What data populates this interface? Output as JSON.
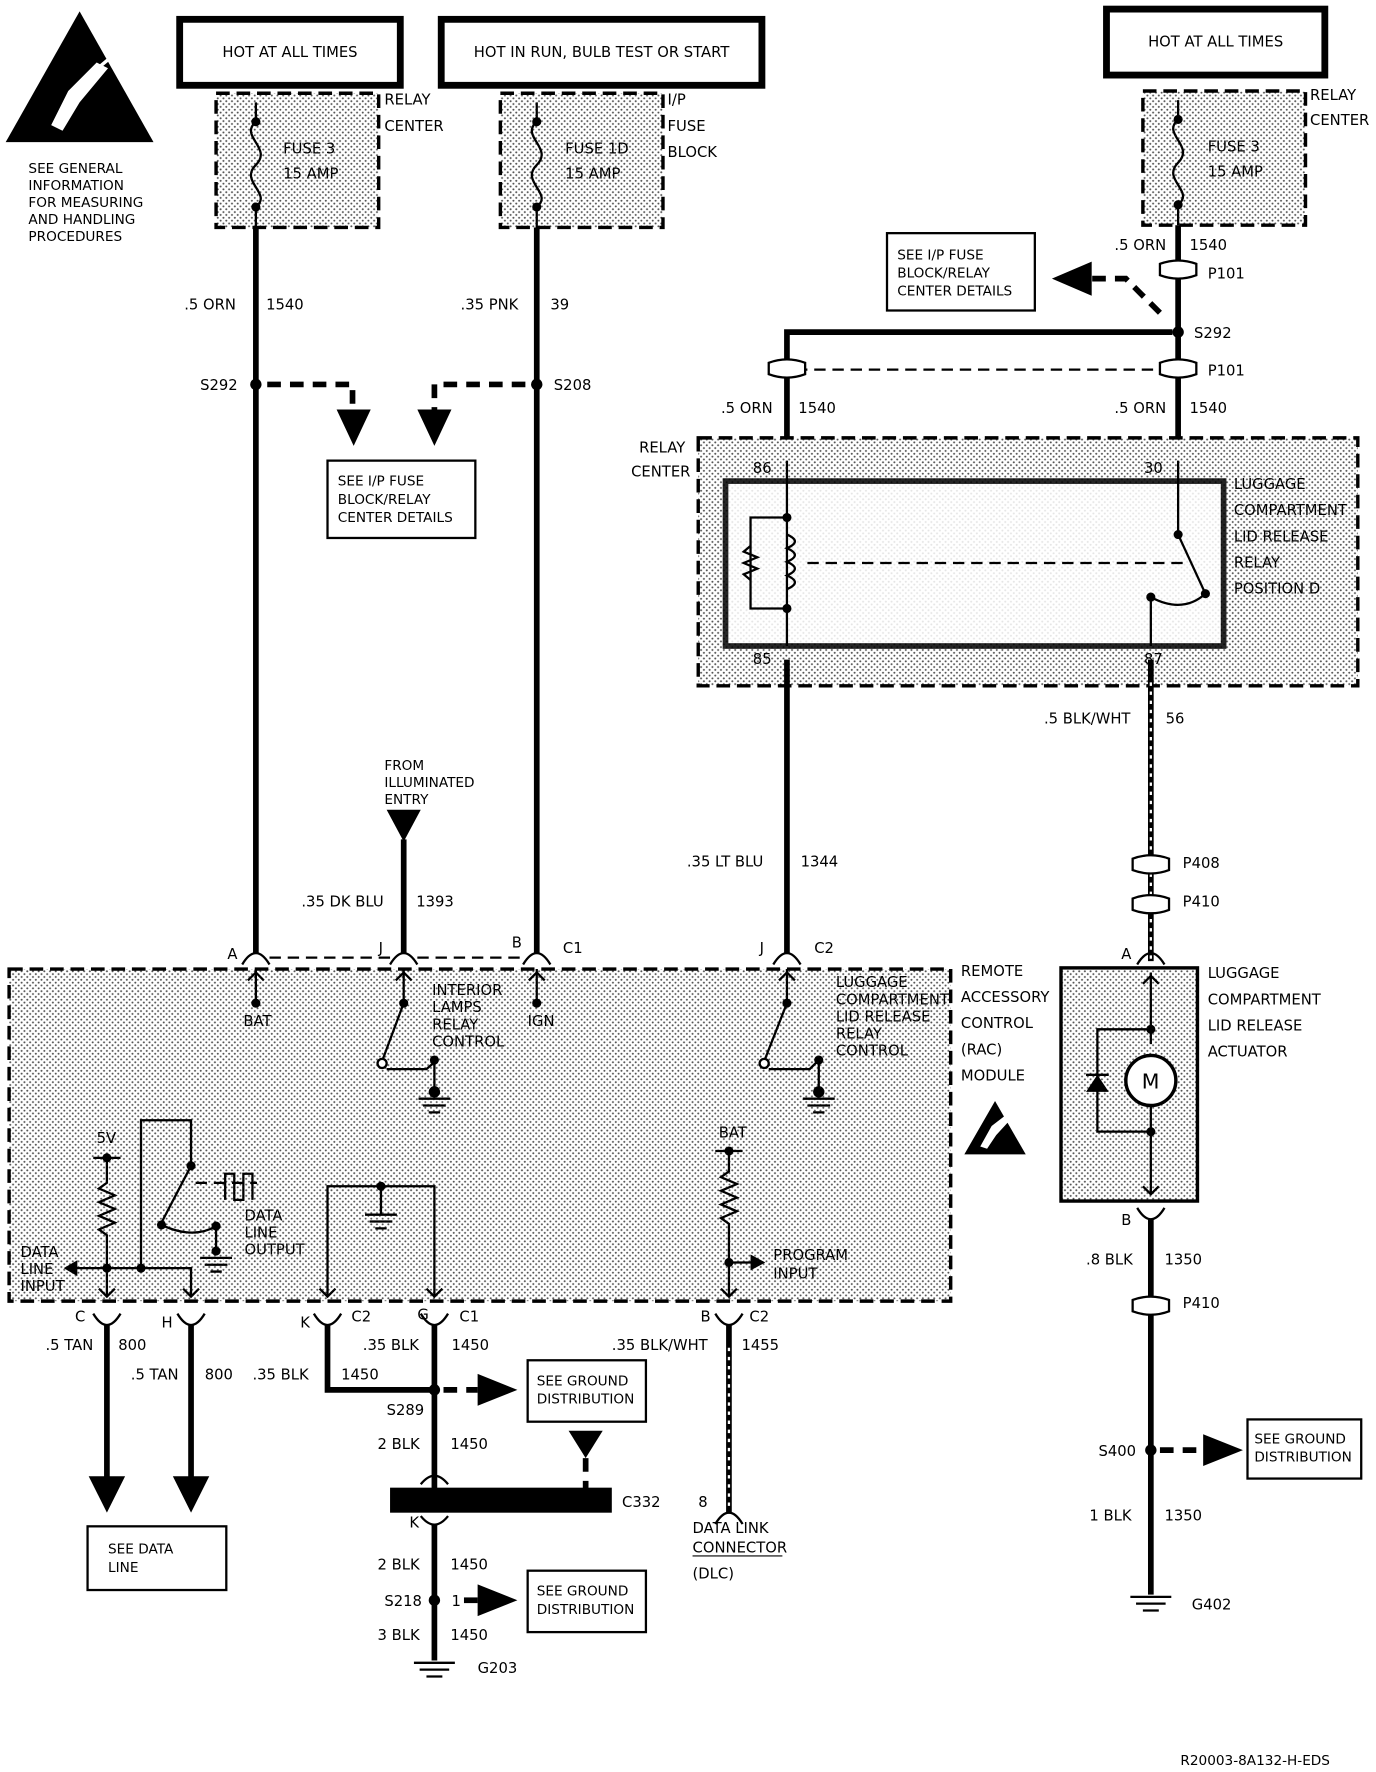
{
  "headers": {
    "hot_left": "HOT AT ALL TIMES",
    "hot_mid": "HOT IN RUN, BULB TEST OR START",
    "hot_right": "HOT AT ALL TIMES"
  },
  "esd_note": [
    "SEE GENERAL",
    "INFORMATION",
    "FOR MEASURING",
    "AND HANDLING",
    "PROCEDURES"
  ],
  "fuses": {
    "left": {
      "name": "FUSE 3",
      "rating": "15 AMP",
      "location": [
        "RELAY",
        "CENTER"
      ]
    },
    "mid": {
      "name": "FUSE 1D",
      "rating": "15 AMP",
      "location": [
        "I/P",
        "FUSE",
        "BLOCK"
      ]
    },
    "right": {
      "name": "FUSE 3",
      "rating": "15 AMP",
      "location": [
        "RELAY",
        "CENTER"
      ]
    }
  },
  "wires": {
    "orn_left": {
      "gauge": ".5 ORN",
      "circuit": "1540"
    },
    "pnk": {
      "gauge": ".35 PNK",
      "circuit": "39"
    },
    "orn_right_top": {
      "gauge": ".5 ORN",
      "circuit": "1540"
    },
    "orn_relay_86": {
      "gauge": ".5 ORN",
      "circuit": "1540"
    },
    "orn_relay_30": {
      "gauge": ".5 ORN",
      "circuit": "1540"
    },
    "blkwht_56": {
      "gauge": ".5 BLK/WHT",
      "circuit": "56"
    },
    "dkblu": {
      "gauge": ".35 DK BLU",
      "circuit": "1393"
    },
    "ltblu": {
      "gauge": ".35 LT BLU",
      "circuit": "1344"
    },
    "blk_1350_a": {
      "gauge": ".8 BLK",
      "circuit": "1350"
    },
    "blk_1350_b": {
      "gauge": "1 BLK",
      "circuit": "1350"
    },
    "tan_c": {
      "gauge": ".5 TAN",
      "circuit": "800"
    },
    "tan_h": {
      "gauge": ".5 TAN",
      "circuit": "800"
    },
    "blk_k": {
      "gauge": ".35 BLK",
      "circuit": "1450"
    },
    "blk_g": {
      "gauge": ".35 BLK",
      "circuit": "1450"
    },
    "blkwht_b": {
      "gauge": ".35 BLK/WHT",
      "circuit": "1455"
    },
    "blk2_a": {
      "gauge": "2 BLK",
      "circuit": "1450"
    },
    "blk2_b": {
      "gauge": "2 BLK",
      "circuit": "1450"
    },
    "blk3": {
      "gauge": "3 BLK",
      "circuit": "1450"
    }
  },
  "splices": {
    "s292_left": "S292",
    "s208": "S208",
    "s292_right": "S292",
    "s289": "S289",
    "s218": "S218",
    "s400": "S400"
  },
  "connectors": {
    "p101_top": "P101",
    "p101_bottom": "P101",
    "p408": "P408",
    "p410_top": "P410",
    "p410_bottom": "P410",
    "c332": "C332",
    "c332_pin": "K",
    "s218_pin": "1"
  },
  "grounds": {
    "g203": "G203",
    "g402": "G402"
  },
  "see_boxes": {
    "ip_fuse_left": [
      "SEE I/P FUSE",
      "BLOCK/RELAY",
      "CENTER DETAILS"
    ],
    "ip_fuse_right": [
      "SEE I/P FUSE",
      "BLOCK/RELAY",
      "CENTER DETAILS"
    ],
    "ground_1": [
      "SEE GROUND",
      "DISTRIBUTION"
    ],
    "ground_2": [
      "SEE GROUND",
      "DISTRIBUTION"
    ],
    "ground_3": [
      "SEE GROUND",
      "DISTRIBUTION"
    ],
    "data_line": [
      "SEE DATA",
      "LINE"
    ]
  },
  "relay": {
    "location": [
      "RELAY",
      "CENTER"
    ],
    "name": [
      "LUGGAGE",
      "COMPARTMENT",
      "LID RELEASE",
      "RELAY",
      "POSITION D"
    ],
    "pins": {
      "p86": "86",
      "p30": "30",
      "p85": "85",
      "p87": "87"
    }
  },
  "from_illuminated": [
    "FROM",
    "ILLUMINATED",
    "ENTRY"
  ],
  "rac": {
    "name": [
      "REMOTE",
      "ACCESSORY",
      "CONTROL",
      "(RAC)",
      "MODULE"
    ],
    "pins_top": {
      "a": "A",
      "j1": "J",
      "b": "B",
      "c1": "C1",
      "j2": "J",
      "c2": "C2"
    },
    "bat": "BAT",
    "ign": "IGN",
    "interior": [
      "INTERIOR",
      "LAMPS",
      "RELAY",
      "CONTROL"
    ],
    "luggage_ctrl": [
      "LUGGAGE",
      "COMPARTMENT",
      "LID RELEASE",
      "RELAY",
      "CONTROL"
    ],
    "five_v": "5V",
    "data_line_input": [
      "DATA",
      "LINE",
      "INPUT"
    ],
    "data_line_output": [
      "DATA",
      "LINE",
      "OUTPUT"
    ],
    "bat2": "BAT",
    "program_input": [
      "PROGRAM",
      "INPUT"
    ],
    "pins_bottom": {
      "c": "C",
      "h": "H",
      "k": "K",
      "c2a": "C2",
      "g": "G",
      "c1": "C1",
      "b": "B",
      "c2b": "C2"
    }
  },
  "actuator": {
    "name": [
      "LUGGAGE",
      "COMPARTMENT",
      "LID RELEASE",
      "ACTUATOR"
    ],
    "motor": "M",
    "pin_a": "A",
    "pin_b": "B"
  },
  "dlc": {
    "pin": "8",
    "name": [
      "DATA LINK",
      "CONNECTOR",
      "(DLC)"
    ]
  },
  "doc_id": "R20003-8A132-H-EDS"
}
